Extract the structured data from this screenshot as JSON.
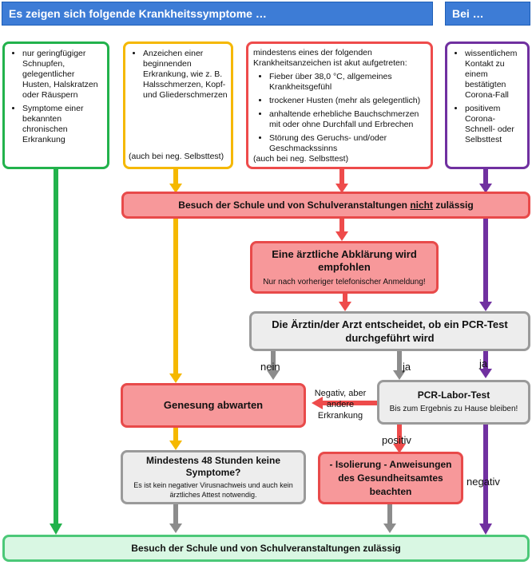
{
  "header": {
    "left_title": "Es zeigen sich folgende Krankheitssymptome …",
    "right_title": "Bei …"
  },
  "symptom_boxes": {
    "green": {
      "items": [
        "nur geringfügiger Schnupfen, gelegentlicher Husten, Halskratzen oder Räuspern",
        "Symptome einer bekannten chronischen Erkrankung"
      ]
    },
    "yellow": {
      "items": [
        "Anzeichen einer beginnenden Erkrankung, wie z. B. Halsschmerzen, Kopf- und Gliederschmerzen"
      ],
      "note": "(auch bei neg. Selbsttest)"
    },
    "red": {
      "intro": "mindestens eines der folgenden Krankheitsanzeichen ist akut aufgetreten:",
      "items": [
        "Fieber über 38,0 °C, allgemeines Krankheitsgefühl",
        "trockener Husten (mehr als gelegentlich)",
        "anhaltende erhebliche Bauchschmerzen mit oder ohne Durchfall und Erbrechen",
        "Störung des Geruchs- und/oder Geschmackssinns"
      ],
      "note": "(auch bei neg. Selbsttest)"
    },
    "purple": {
      "items": [
        "wissentlichem Kontakt zu einem bestätigten Corona-Fall",
        "positivem Corona-Schnell- oder Selbsttest"
      ]
    }
  },
  "flow": {
    "no_school_pre": "Besuch der Schule und von Schulveranstaltungen ",
    "no_school_not": "nicht",
    "no_school_post": " zulässig",
    "doctor_title": "Eine ärztliche Abklärung wird empfohlen",
    "doctor_sub": "Nur nach vorheriger telefonischer Anmeldung!",
    "decide_title": "Die Ärztin/der Arzt entscheidet, ob ein PCR-Test durchgeführt wird",
    "recovery": "Genesung abwarten",
    "pcr_title": "PCR-Labor-Test",
    "pcr_sub": "Bis zum Ergebnis zu Hause bleiben!",
    "wait_title": "Mindestens 48 Stunden keine Symptome?",
    "wait_sub": "Es ist kein negativer Virusnachweis und auch kein ärztliches Attest notwendig.",
    "isolation": "- Isolierung - Anweisungen des Gesundheitsamtes beachten",
    "school_ok": "Besuch der Schule und von Schulveranstaltungen zulässig"
  },
  "edge_labels": {
    "nein": "nein",
    "ja_left": "ja",
    "ja_right": "ja",
    "negative_other": "Negativ, aber andere Erkrankung",
    "positiv": "positiv",
    "negativ": "negativ"
  },
  "colors": {
    "green": "#22b24c",
    "yellow": "#f5b800",
    "red": "#ee4b4b",
    "purple": "#7030a0",
    "gray": "#8c8c8c",
    "header_blue": "#3d7cd6"
  }
}
